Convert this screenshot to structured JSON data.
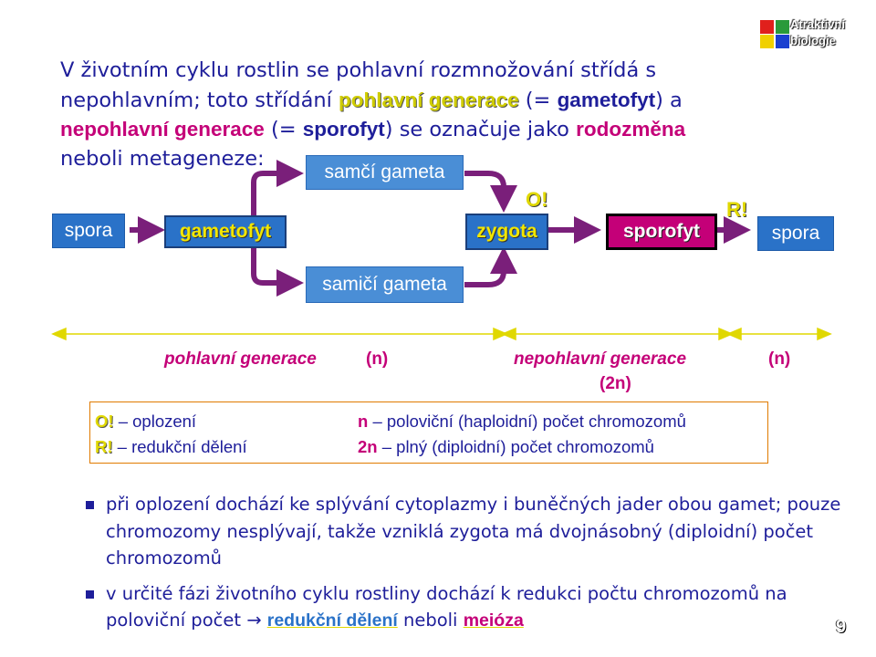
{
  "logo": {
    "line1": "Atraktivní",
    "line2": "biologie"
  },
  "intro": {
    "t1": "V životním cyklu rostlin se pohlavní rozmnožování střídá s nepohlavním; toto střídání ",
    "h1": "pohlavní generace",
    "t2": " (= ",
    "h2": "gametofyt",
    "t3": ") a ",
    "h3": "nepohlavní generace",
    "t4": " (= ",
    "h4": "sporofyt",
    "t5": ") se označuje jako ",
    "h5": "rodozměna",
    "t6": " neboli metageneze:"
  },
  "diagram": {
    "spora_left": "spora",
    "gametofyt": "gametofyt",
    "samci_gameta": "samčí gameta",
    "samici_gameta": "samičí gameta",
    "o_mark": "O!",
    "zygota": "zygota",
    "sporofyt": "sporofyt",
    "r_mark": "R!",
    "spora_right": "spora"
  },
  "generations": {
    "pohlavni": "pohlavní generace",
    "pohlavni_n": "(n)",
    "nepohlavni": "nepohlavní generace",
    "nepohlavni_2n": "(2n)",
    "nepohlavni_n": "(n)"
  },
  "legend": {
    "o_key": "O!",
    "o_text": " – oplození",
    "r_key": "R!",
    "r_text": " – redukční dělení",
    "n_key": "n",
    "n_text": " – poloviční (haploidní) počet chromozomů",
    "n2_key": "2n",
    "n2_text": " – plný (diploidní) počet chromozomů"
  },
  "bullets": {
    "b1": "při oplození dochází ke splývání cytoplazmy i buněčných jader obou gamet; pouze chromozomy nesplývají, takže vzniklá zygota má dvojnásobný (diploidní) počet chromozomů",
    "b2_text": "v určité fázi životního cyklu rostliny dochází k redukci počtu chromozomů na poloviční počet ",
    "b2_arrow": "→",
    "b2_red": "redukční dělení",
    "b2_or": " neboli ",
    "b2_meioza": "meióza"
  },
  "page_number": "9",
  "colors": {
    "magenta": "#c40078",
    "blue": "#2a72c8",
    "yellow": "#e0d800",
    "navy": "#1e1e9a",
    "arrow_purple": "#7a1f7a"
  }
}
